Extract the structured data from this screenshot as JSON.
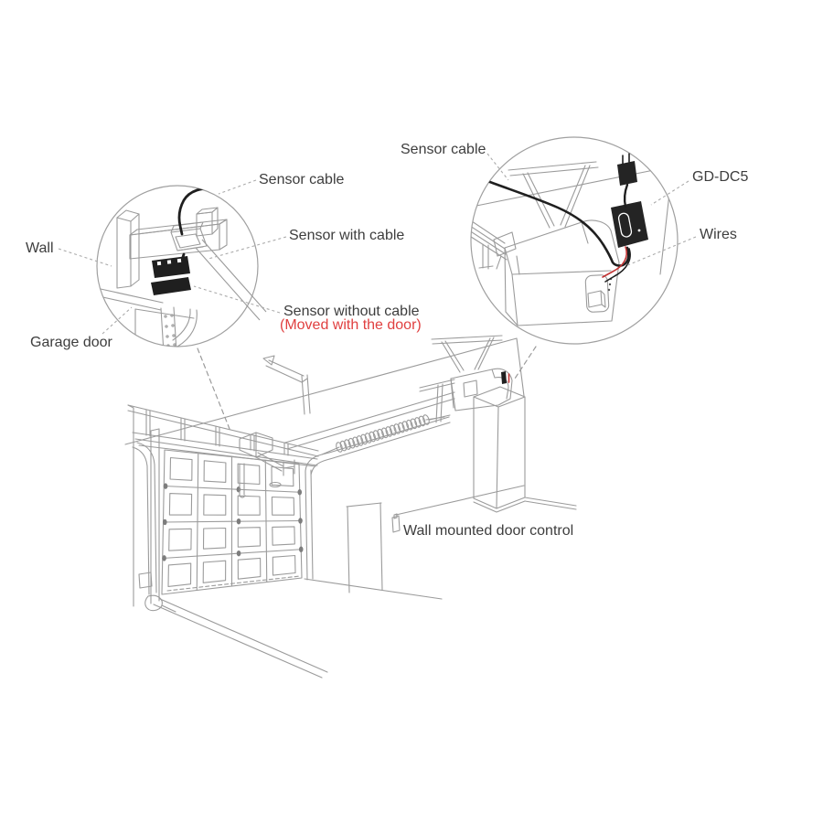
{
  "diagram": {
    "left_callout": {
      "sensor_cable_label": "Sensor cable",
      "wall_label": "Wall",
      "sensor_with_cable_label": "Sensor with cable",
      "sensor_without_cable_label": "Sensor without cable",
      "sensor_without_cable_note": "(Moved with the door)",
      "garage_door_label": "Garage door"
    },
    "right_callout": {
      "sensor_cable_label": "Sensor cable",
      "device_model_label": "GD-DC5",
      "wires_label": "Wires"
    },
    "main_scene": {
      "wall_control_label": "Wall mounted door control"
    },
    "colors": {
      "background": "#ffffff",
      "line_art": "#9b9b9b",
      "circle_outline": "#a0a0a0",
      "dark_parts": "#1f1f1f",
      "red_text": "#e04040",
      "red_wire": "#c23434",
      "label_text": "#3d3d3d"
    }
  }
}
